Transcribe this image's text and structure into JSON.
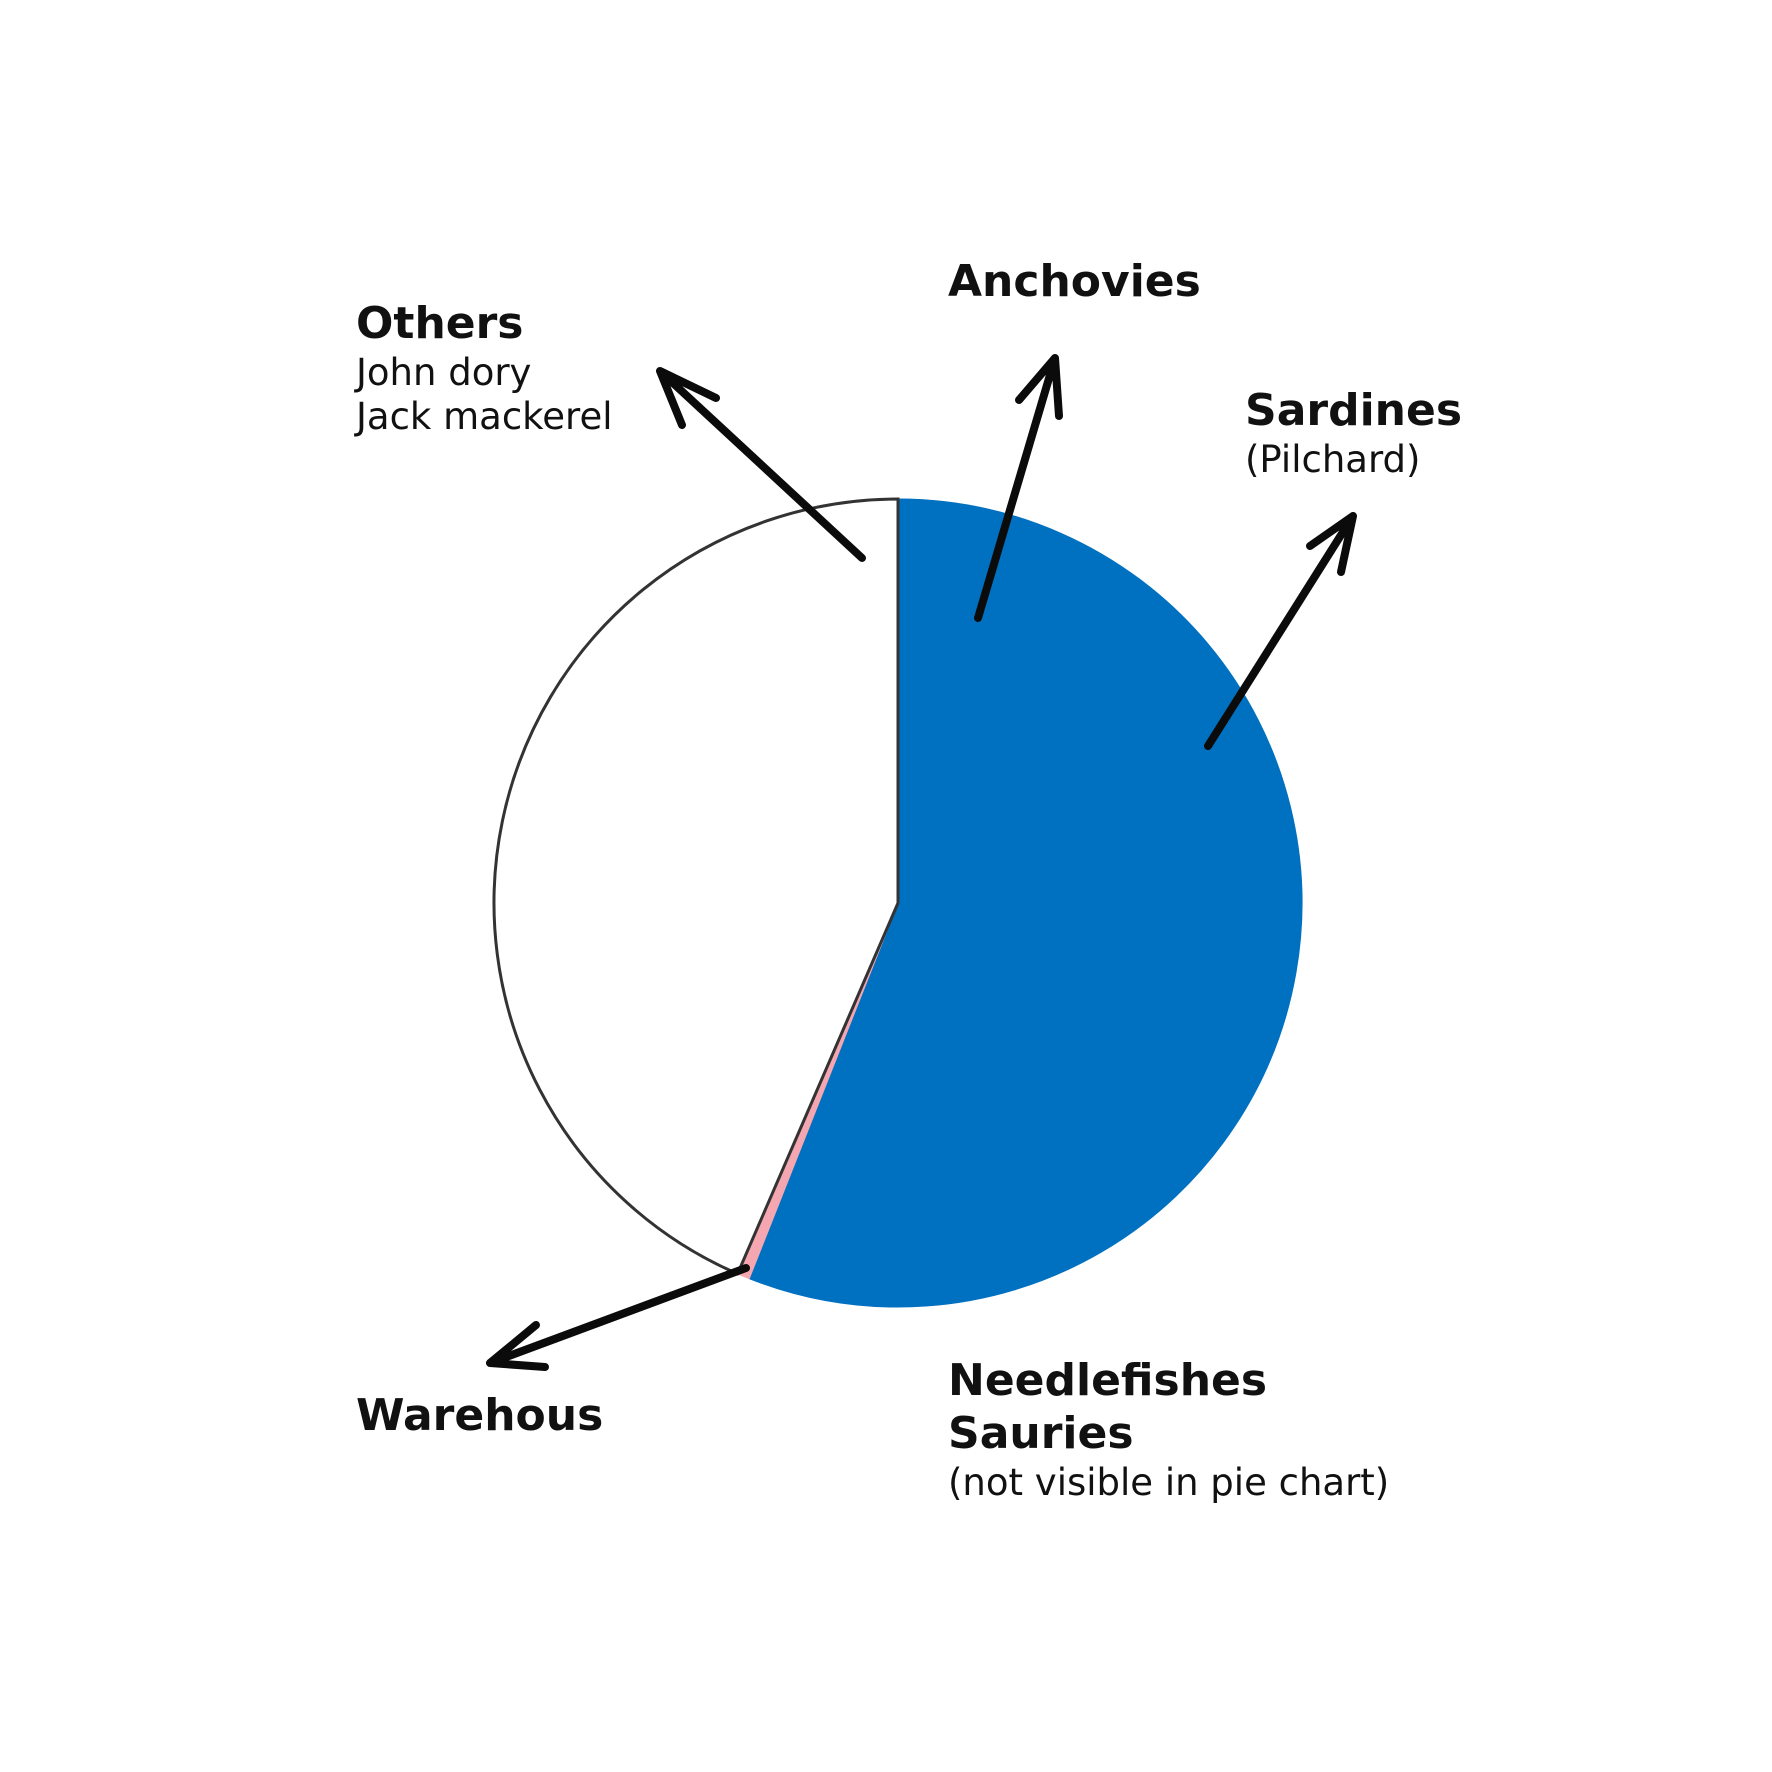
{
  "colors": {
    "sardines": "#0070c0",
    "others": "#ffffff",
    "warehous": "#f4a7b0",
    "outline": "#333333"
  },
  "chart_data": {
    "type": "pie",
    "categories": [
      "Sardines",
      "Anchovies",
      "Warehous",
      "Others",
      "Needlefishes Sauries"
    ],
    "values": [
      55.5,
      0.5,
      0.5,
      43.5,
      0
    ],
    "labels": {
      "others": {
        "title": "Others",
        "lines": [
          "John dory",
          "Jack mackerel"
        ]
      },
      "anchovies": {
        "title": "Anchovies"
      },
      "sardines": {
        "title": "Sardines",
        "lines": [
          "(Pilchard)"
        ]
      },
      "warehous": {
        "title": "Warehous"
      },
      "needlefishes": {
        "title": "Needlefishes",
        "title2": "Sauries",
        "note": "(not visible in pie chart)"
      }
    }
  }
}
